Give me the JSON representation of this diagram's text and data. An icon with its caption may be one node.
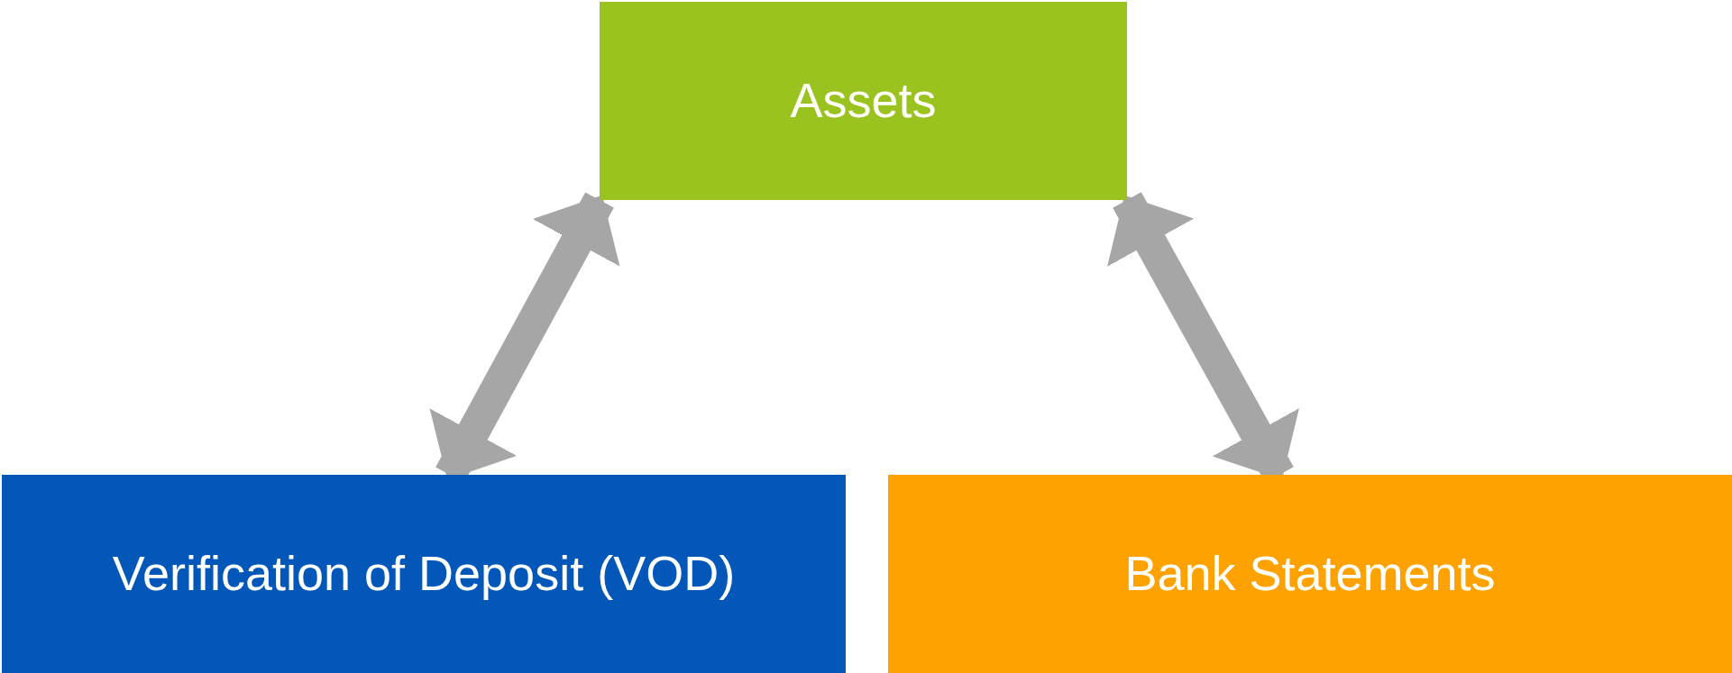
{
  "diagram": {
    "nodes": [
      {
        "text": [
          "Assets"
        ]
      },
      {
        "text": [
          "Verification of Deposit (VOD)"
        ]
      },
      {
        "text": [
          "Bank Statements"
        ]
      }
    ],
    "edges": [
      {
        "from": 0,
        "to": 1,
        "arrow": "both"
      },
      {
        "from": 0,
        "to": 2,
        "arrow": "both"
      }
    ]
  }
}
